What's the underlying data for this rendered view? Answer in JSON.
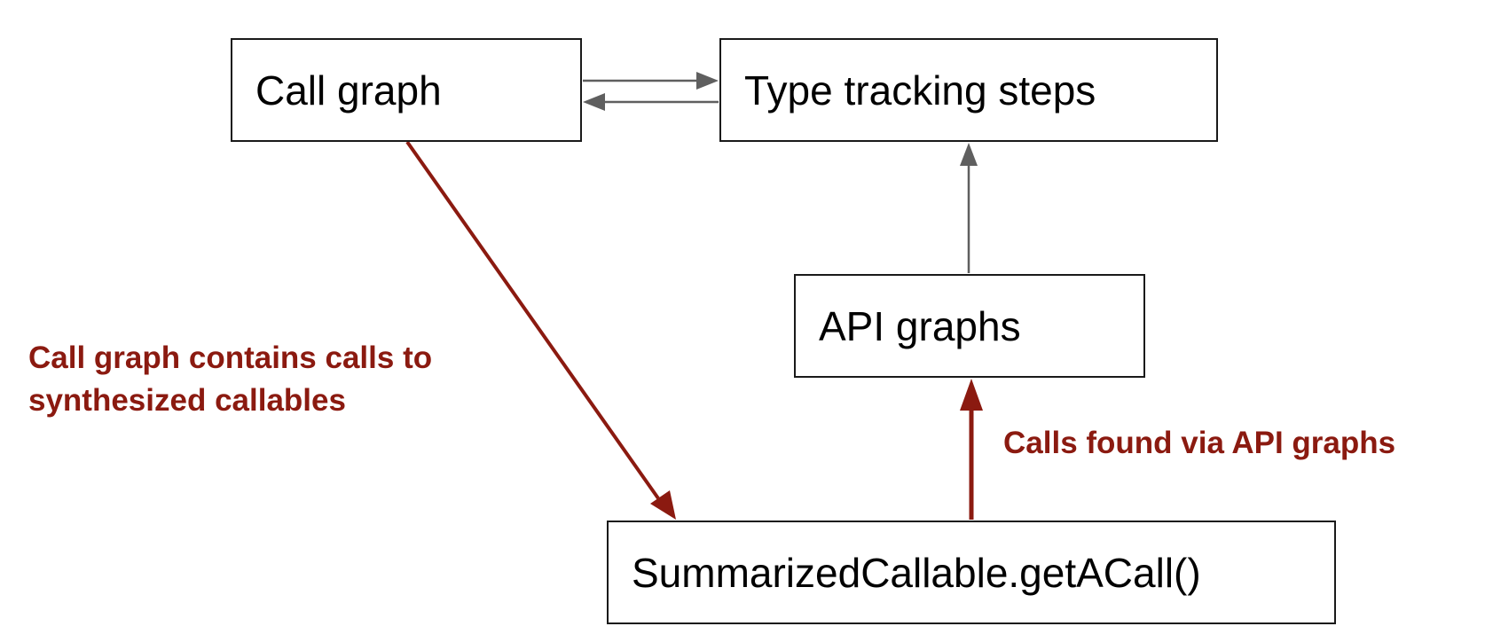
{
  "nodes": {
    "call_graph": "Call graph",
    "type_tracking": "Type tracking steps",
    "api_graphs": "API graphs",
    "summarized_callable": "SummarizedCallable.getACall()"
  },
  "edge_labels": {
    "call_graph_to_summarized": [
      "Call graph contains calls to",
      "synthesized callables"
    ],
    "summarized_to_api": "Calls found via API graphs"
  },
  "colors": {
    "highlight_edge": "#8b1a10",
    "plain_edge": "#5f5f5f",
    "node_border": "#1a1a1a"
  }
}
